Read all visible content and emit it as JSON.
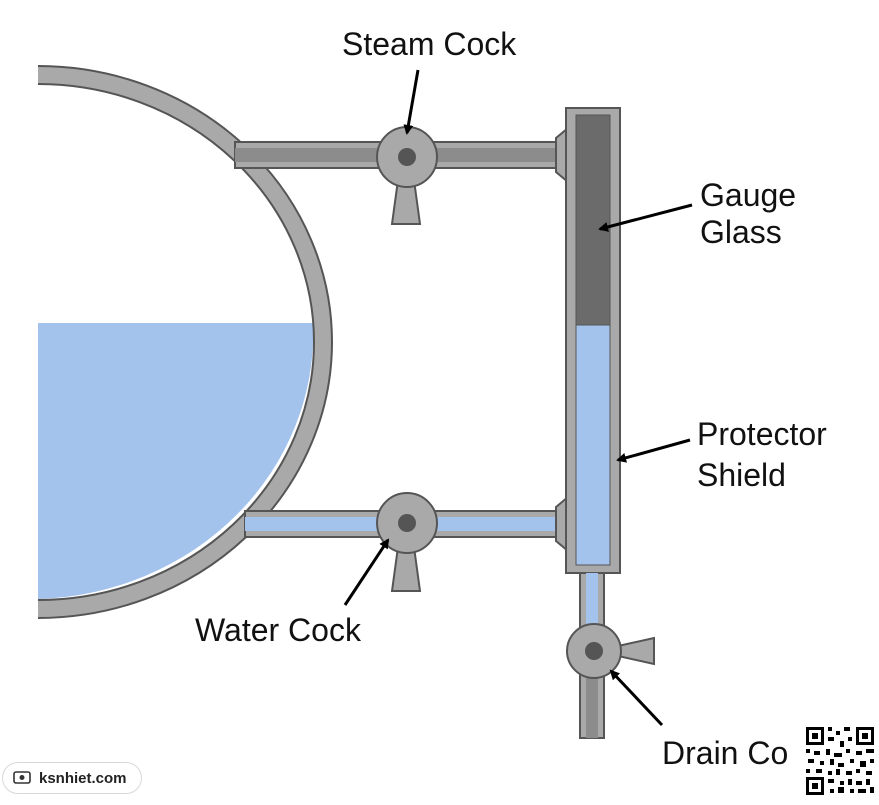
{
  "labels": {
    "steam_cock": "Steam Cock",
    "gauge_glass_line1": "Gauge",
    "gauge_glass_line2": "Glass",
    "protector_shield_line1": "Protector",
    "protector_shield_line2": "Shield",
    "water_cock": "Water Cock",
    "drain_cock": "Drain Co"
  },
  "watermark": {
    "text": "ksnhiet.com"
  },
  "colors": {
    "water": "#a3c2ec",
    "metal": "#a9a9a9",
    "metal_dark": "#8c8c8c",
    "steam_space": "#6b6b6b",
    "outline": "#555555"
  }
}
